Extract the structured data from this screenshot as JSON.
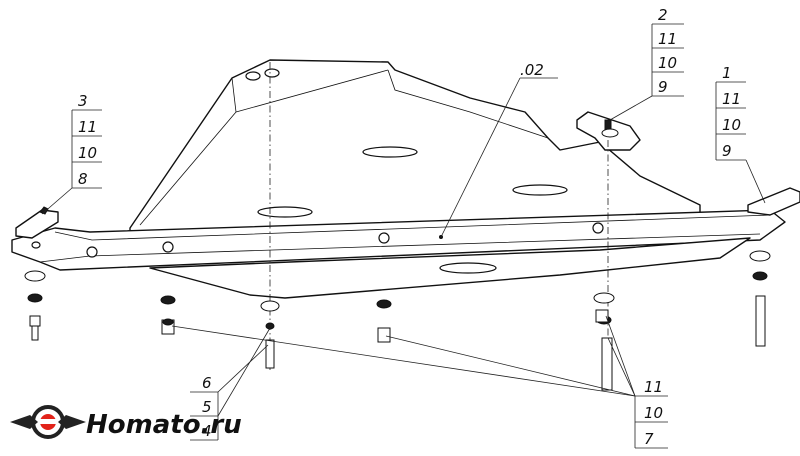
{
  "diagram": {
    "main_part_label": ".02",
    "callouts": {
      "left": [
        "3",
        "11",
        "10",
        "8"
      ],
      "top": [
        "2",
        "11",
        "10",
        "9"
      ],
      "right": [
        "1",
        "11",
        "10",
        "9"
      ],
      "bottom_left": [
        "6",
        "5",
        "4"
      ],
      "bottom_right": [
        "11",
        "10",
        "7"
      ]
    }
  },
  "logo": {
    "text": "Homato.ru",
    "colors": {
      "ring": "#222222",
      "accent": "#e2231a"
    }
  }
}
